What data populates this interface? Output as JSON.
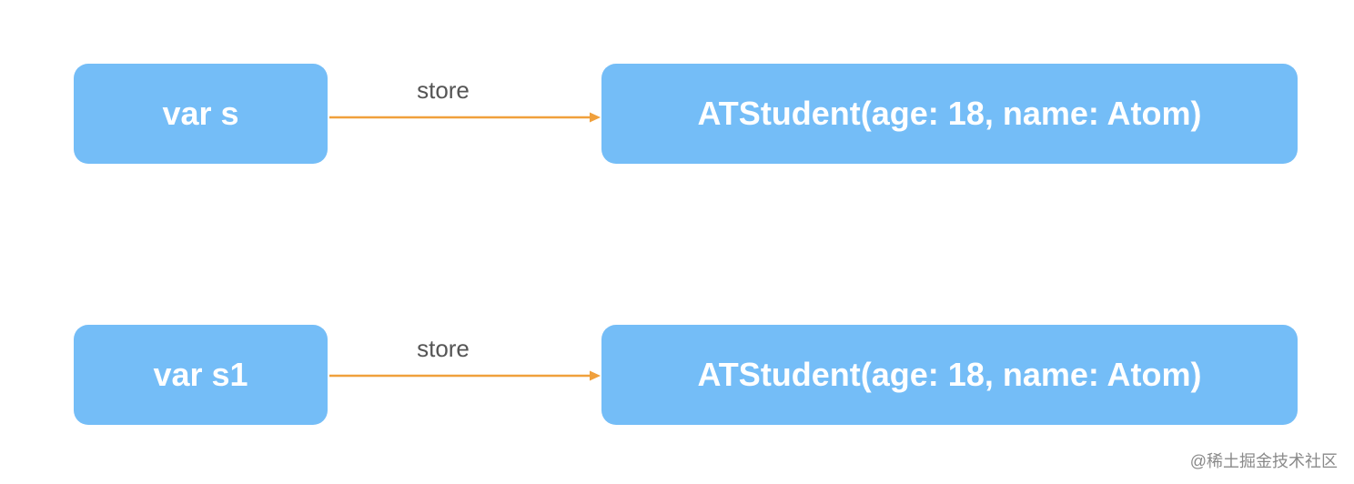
{
  "colors": {
    "node_fill": "#74bdf7",
    "node_text": "#ffffff",
    "arrow": "#f0a03c",
    "label_text": "#555555",
    "watermark_text": "#8a8a8a"
  },
  "rows": [
    {
      "variable": "var s",
      "edge_label": "store",
      "object": "ATStudent(age: 18, name: Atom)"
    },
    {
      "variable": "var s1",
      "edge_label": "store",
      "object": "ATStudent(age: 18, name: Atom)"
    }
  ],
  "watermark": "@稀土掘金技术社区"
}
